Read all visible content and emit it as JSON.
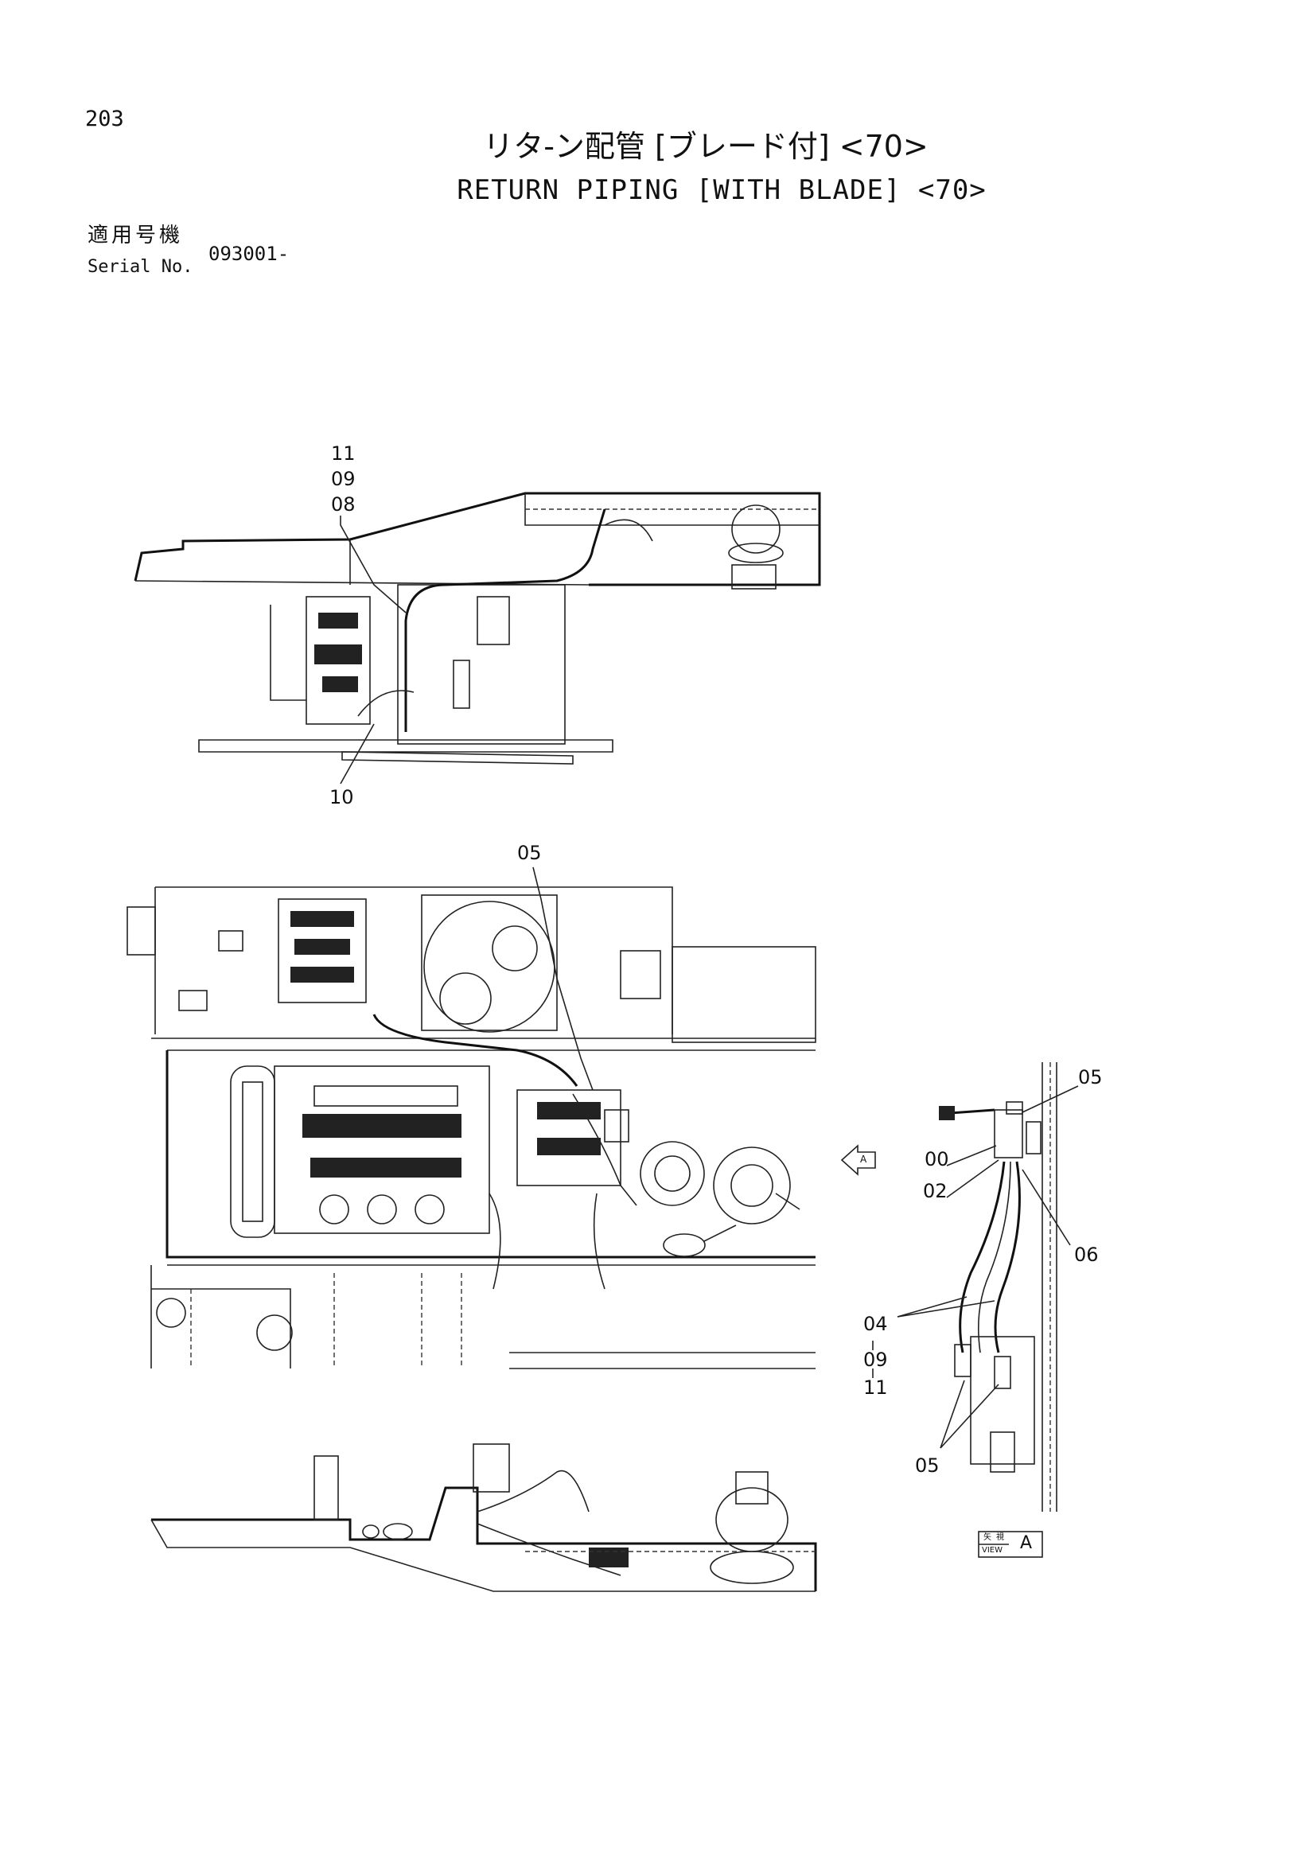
{
  "page_number": "203",
  "title": {
    "japanese": "リタ-ン配管 [ブレード付] <70>",
    "english": "RETURN PIPING [WITH BLADE] <70>"
  },
  "serial": {
    "label_jp": "適用号機",
    "label_en": "Serial No.",
    "value": "093001-"
  },
  "callouts": {
    "top_view": [
      "11",
      "09",
      "08",
      "10"
    ],
    "plan_view": [
      "05"
    ],
    "view_a": [
      "05",
      "00",
      "02",
      "06",
      "04",
      "09",
      "11",
      "05"
    ]
  },
  "view_marker": {
    "arrow_label": "A",
    "box_label_jp": "矢視",
    "box_label_en": "VIEW",
    "box_letter": "A"
  }
}
